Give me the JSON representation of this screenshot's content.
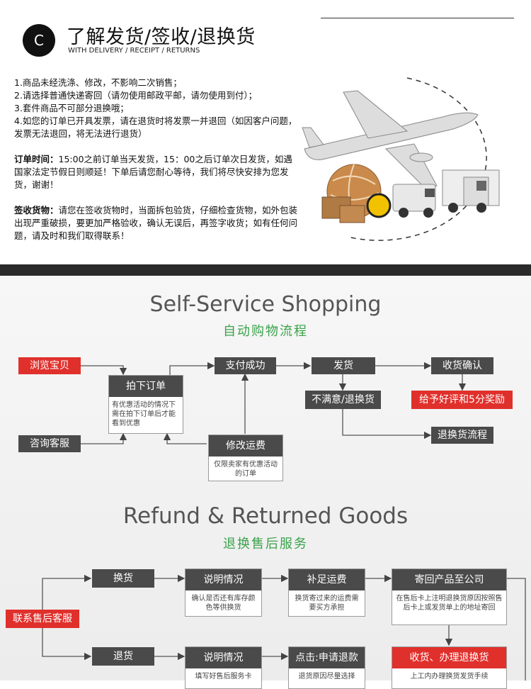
{
  "header": {
    "badge": "C",
    "title": "了解发货/签收/退换货",
    "subtitle": "WITH DELIVERY / RECEIPT / RETURNS"
  },
  "terms": {
    "items": [
      "1.商品未经洗涤、修改，不影响二次销售；",
      "2.请选择普通快递寄回（请勿使用邮政平邮，请勿使用到付）；",
      "3.套件商品不可部分退换哦；",
      "4.如您的订单已开具发票，请在退货时将发票一并退回（如因客户问题，发票无法退回，将无法进行退货）"
    ],
    "order_time_label": "订单时间：",
    "order_time_text": "15:00之前订单当天发货，15：00之后订单次日发货，如遇国家法定节假日则顺延！下单后请您耐心等待，我们将尽快安排为您发货，谢谢！",
    "receipt_label": "签收货物：",
    "receipt_text": "请您在签收货物时，当面拆包验货，仔细检查货物，如外包装出现严重破损，要更加严格验收，确认无误后，再签字收货；如有任何问题，请及时和我们取得联系！"
  },
  "illustration": {
    "icon": "delivery-illustration",
    "labels": []
  },
  "self_service": {
    "title_en": "Self-Service Shopping",
    "title_cn": "自动购物流程",
    "browse": "浏览宝贝",
    "consult": "咨询客服",
    "place_order": "拍下订单",
    "place_order_note": "有优惠活动的情况下需在拍下订单后才能看到优惠",
    "modify_fee": "修改运费",
    "modify_fee_note": "仅限卖家有优惠活动的订单",
    "pay_success": "支付成功",
    "ship": "发货",
    "unsatisfied": "不满意/退换货",
    "confirm": "收货确认",
    "praise": "给予好评和5分奖励",
    "return_flow": "退换货流程"
  },
  "refund": {
    "title_en": "Refund & Returned Goods",
    "title_cn": "退换售后服务",
    "contact": "联系售后客服",
    "exchange": "换货",
    "return": "退货",
    "explain1": "说明情况",
    "explain1_note": "确认是否还有库存颜色等供换货",
    "explain2": "说明情况",
    "explain2_note": "填写好售后服务卡",
    "pay_fee": "补足运费",
    "pay_fee_note": "换货寄过来的运费需要买方承担",
    "apply_refund": "点击:申请退款",
    "apply_refund_note": "退货原因尽量选择",
    "send_back": "寄回产品至公司",
    "send_back_note": "在售后卡上注明退换货原因按照售后卡上或发货单上的地址寄回",
    "receive": "收货、办理退换货",
    "receive_note": "上工内办理换货发货手续"
  },
  "colors": {
    "accent_red": "#e0302c",
    "dark_box": "#4a4a4a",
    "green_title": "#3aa24a"
  }
}
